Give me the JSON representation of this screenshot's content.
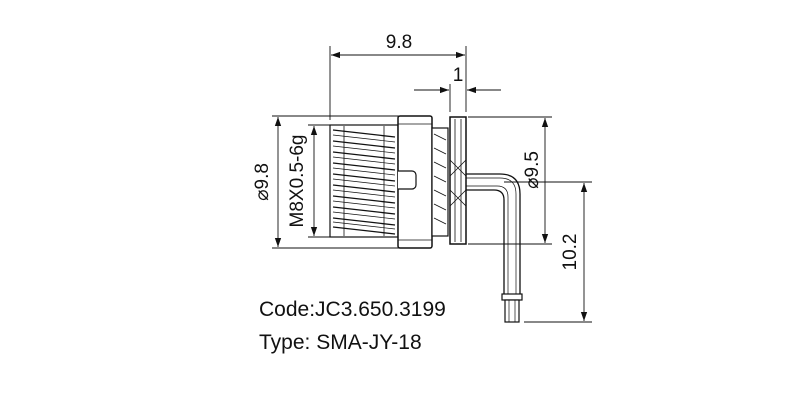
{
  "drawing": {
    "dimensions": {
      "overall_length": "9.8",
      "flange_thickness": "1",
      "thread_diameter": "⌀9.8",
      "thread_spec": "M8X0.5-6g",
      "flange_diameter": "⌀9.5",
      "pin_length": "10.2"
    }
  },
  "info": {
    "code": "Code:JC3.650.3199",
    "type": "Type: SMA-JY-18"
  },
  "colors": {
    "stroke": "#111111",
    "background": "#ffffff"
  }
}
